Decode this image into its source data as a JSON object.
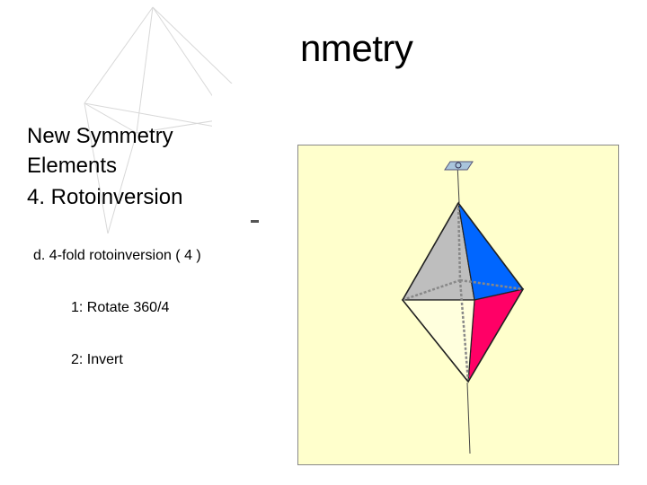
{
  "slide": {
    "title": "nmetry",
    "heading": "New Symmetry Elements",
    "subheading": "4.  Rotoinversion",
    "item_d": "d. 4-fold rotoinversion ( 4 )",
    "steps": [
      {
        "label": "1:  Rotate 360/4"
      },
      {
        "label": "2:  Invert"
      }
    ]
  },
  "figure": {
    "panel_color": "#ffffcc",
    "face_colors": {
      "upper_left": "#bebebe",
      "upper_right": "#0066ff",
      "lower_right": "#ff0066",
      "lower_left": "#ffffdd"
    },
    "axis_plane_color": "#a9c5dc",
    "icon": "rotoinversion-octahedron"
  }
}
